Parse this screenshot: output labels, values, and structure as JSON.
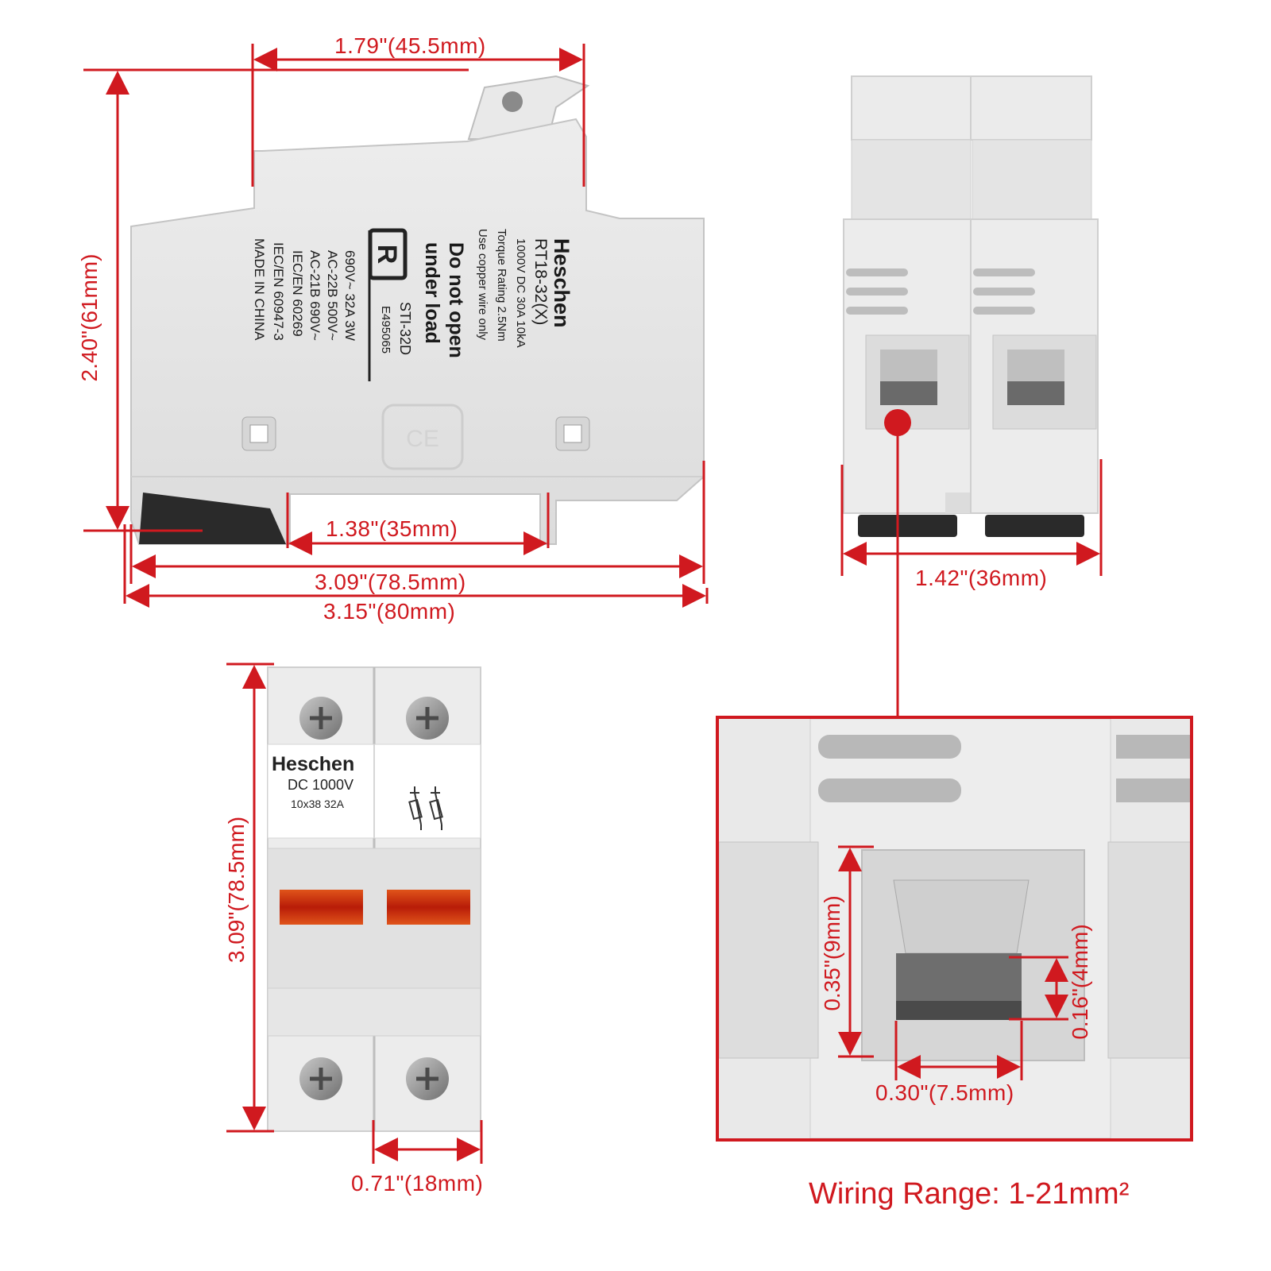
{
  "colors": {
    "accent": "#d0191f",
    "body": "#e6e6e6",
    "window": "#c0200c"
  },
  "side_view": {
    "brand": "Heschen",
    "model": "RT18-32(X)",
    "rating_line": "1000V DC  30A 10kA",
    "torque": "Torque Rating 2.5Nm",
    "copper": "Use copper wire only",
    "warning_1": "Do not open",
    "warning_2": "under load",
    "cert_mark": "UL recognized mark",
    "cert_code": "STI-32D",
    "file_no": "E495065",
    "spec_1": "690V~ 32A 3W",
    "spec_2": "AC-22B 500V~",
    "spec_3": "AC-21B 690V~",
    "std_1": "IEC/EN 60269",
    "std_2": "IEC/EN 60947-3",
    "origin": "MADE IN CHINA",
    "ce_mark": "CE"
  },
  "dimensions": {
    "top_width": "1.79\"(45.5mm)",
    "height": "2.40\"(61mm)",
    "rail": "1.38\"(35mm)",
    "length_inner": "3.09\"(78.5mm)",
    "length_outer": "3.15\"(80mm)",
    "end_width": "1.42\"(36mm)",
    "front_height": "3.09\"(78.5mm)",
    "pole_width": "0.71\"(18mm)",
    "terminal_height": "0.35\"(9mm)",
    "terminal_gap": "0.16\"(4mm)",
    "terminal_width": "0.30\"(7.5mm)"
  },
  "front_view": {
    "brand": "Heschen",
    "voltage": "DC 1000V",
    "size_rating": "10x38   32A",
    "symbol": "fuse-disconnector-symbol"
  },
  "wiring_range": "Wiring Range: 1-21mm²"
}
